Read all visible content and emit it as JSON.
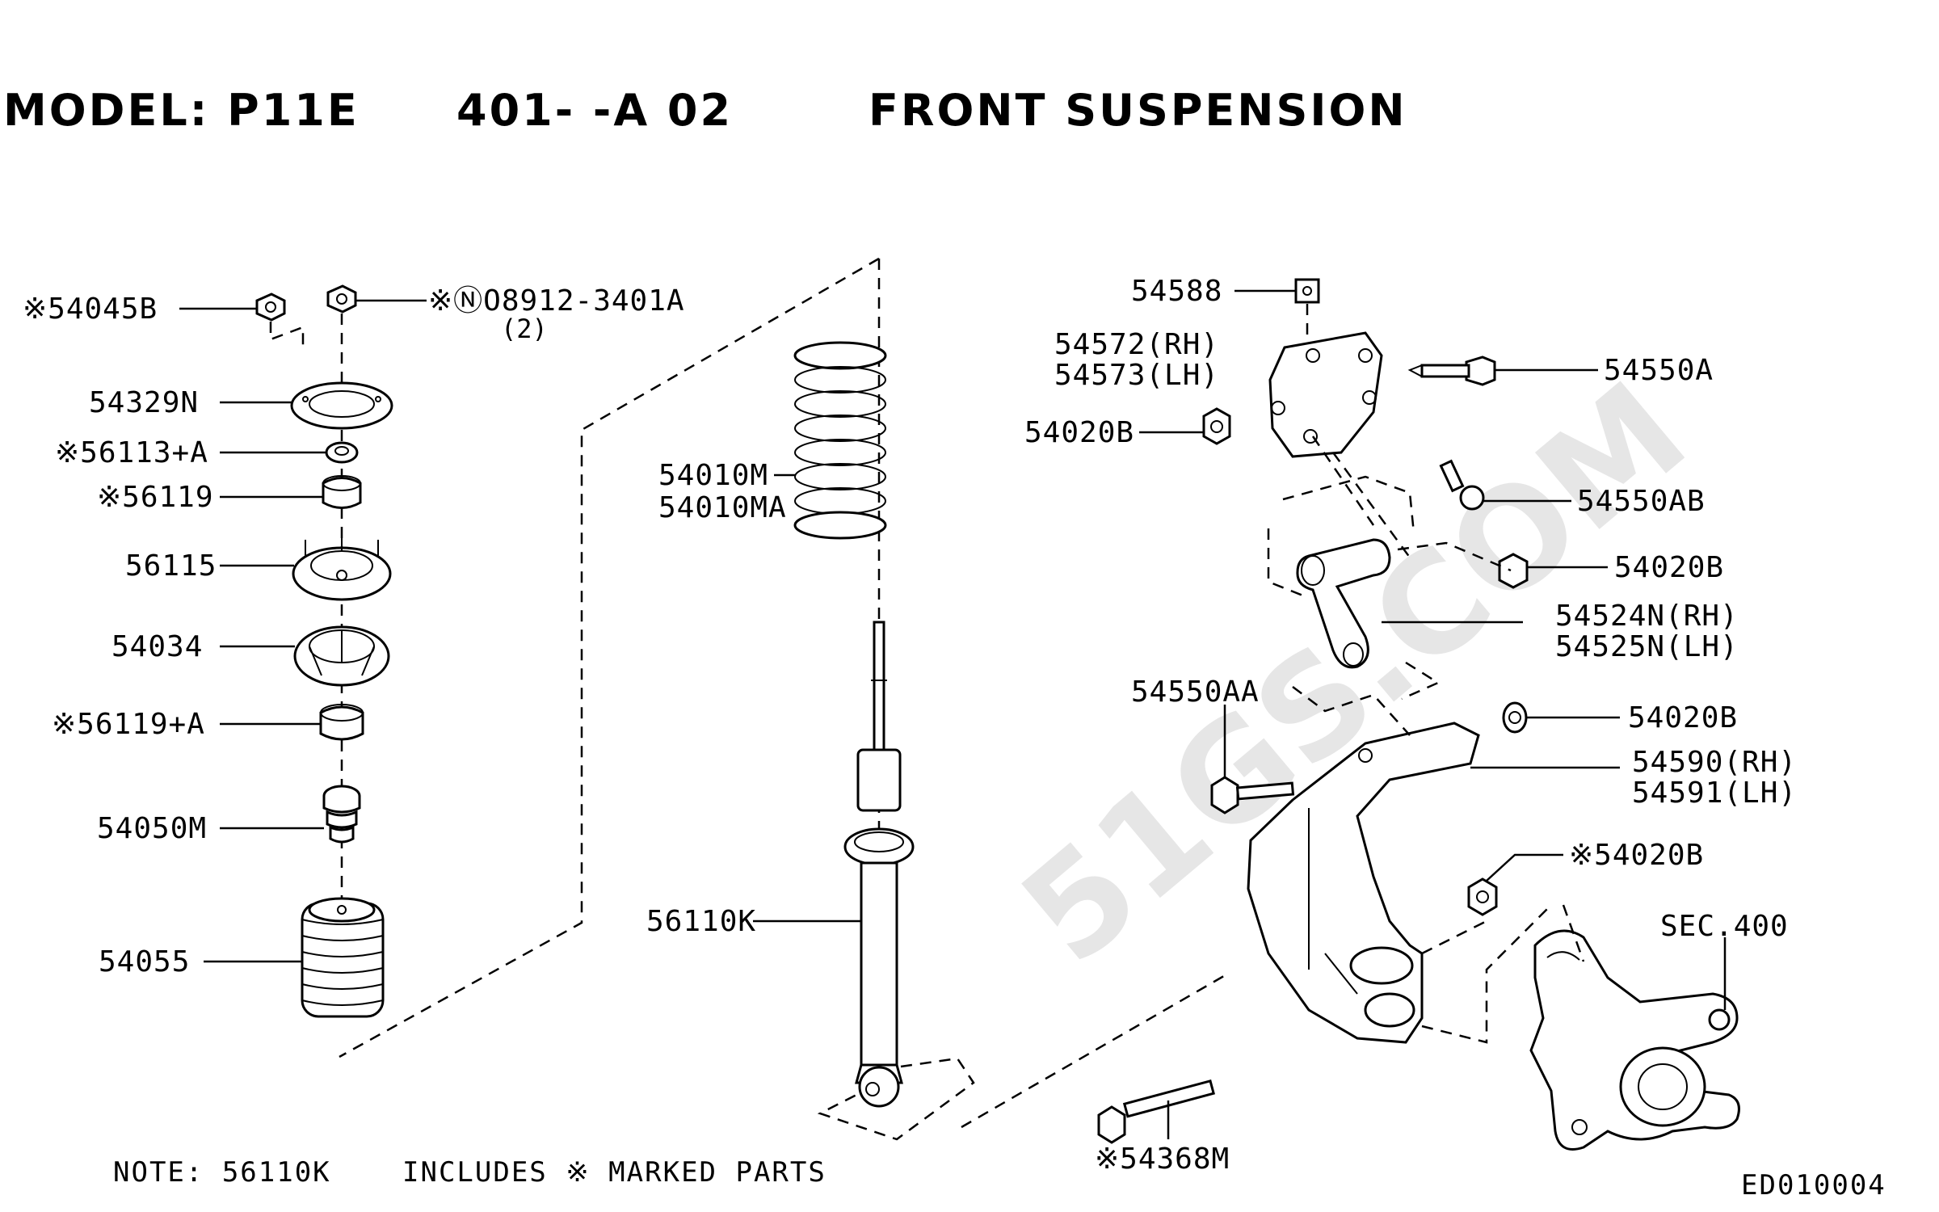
{
  "title": {
    "model": "MODEL: P11E",
    "section": "401-  -A 02",
    "name": "FRONT SUSPENSION"
  },
  "callouts": {
    "p54045B": "※54045B",
    "p08912": "※ⓃO8912-3401A",
    "p08912_qty": "(2)",
    "p54329N": "54329N",
    "p56113A": "※56113+A",
    "p56119": "※56119",
    "p56115": "56115",
    "p54034": "54034",
    "p56119A": "※56119+A",
    "p54050M": "54050M",
    "p54055": "54055",
    "p54010M": "54010M",
    "p54010MA": "54010MA",
    "p56110K": "56110K",
    "p54588": "54588",
    "p54572": "54572(RH)",
    "p54573": "54573(LH)",
    "p54550A": "54550A",
    "p54020B_1": "54020B",
    "p54550AB": "54550AB",
    "p54020B_2": "54020B",
    "p54524N": "54524N(RH)",
    "p54525N": "54525N(LH)",
    "p54550AA": "54550AA",
    "p54020B_3": "54020B",
    "p54590": "54590(RH)",
    "p54591": "54591(LH)",
    "p54020B_4": "※54020B",
    "sec400": "SEC.400",
    "p54368M": "※54368M"
  },
  "note": {
    "prefix": "NOTE: 56110K",
    "text": "INCLUDES ※ MARKED PARTS"
  },
  "figure_code": "ED010004",
  "watermark": "51GS.COM"
}
